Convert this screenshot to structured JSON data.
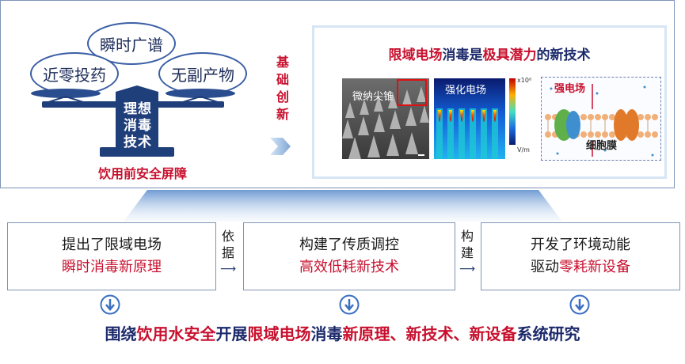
{
  "panel_left": {
    "bubbles": [
      "瞬时广谱",
      "近零投药",
      "无副产物"
    ],
    "scale_lines": [
      "理想",
      "消毒",
      "技术"
    ],
    "caption": "饮用前安全屏障"
  },
  "middle": {
    "label_chars": [
      "基",
      "础",
      "创",
      "新"
    ]
  },
  "tech_panel": {
    "title_parts": [
      {
        "text": "限域电场",
        "color": "red"
      },
      {
        "text": "消毒是",
        "color": "navy"
      },
      {
        "text": "极具潜力",
        "color": "red"
      },
      {
        "text": "的新技术",
        "color": "navy"
      }
    ],
    "images": [
      {
        "caption": "微纳尖锥"
      },
      {
        "caption": "强化电场"
      },
      {
        "caption_top": "强电场",
        "caption_bottom": "细胞膜"
      }
    ],
    "colorbar": {
      "max_label": "x10⁸",
      "unit": "V/m"
    }
  },
  "steps": [
    {
      "line1": "提出了限域电场",
      "line2": "瞬时消毒新原理"
    },
    {
      "line1": "构建了传质调控",
      "line2": "高效低耗新技术"
    },
    {
      "line1": "开发了环境动能",
      "line2_prefix": "驱动",
      "line2": "零耗新设备"
    }
  ],
  "connectors": [
    {
      "chars": [
        "依",
        "据"
      ]
    },
    {
      "chars": [
        "构",
        "建"
      ]
    }
  ],
  "bottom_summary": [
    {
      "text": "围绕",
      "color": "navy"
    },
    {
      "text": "饮用水安全",
      "color": "red"
    },
    {
      "text": "开展",
      "color": "navy"
    },
    {
      "text": "限域电场",
      "color": "red"
    },
    {
      "text": "消毒",
      "color": "navy"
    },
    {
      "text": "新原理、新技术、新设备",
      "color": "red"
    },
    {
      "text": "系统研究",
      "color": "navy"
    }
  ],
  "colors": {
    "accent_red": "#c8102e",
    "navy": "#1c2a6b",
    "frame": "#7f93b6",
    "scale_blue": "#1f3f7a"
  },
  "icons": [
    "balance-scale-icon",
    "right-arrow-icon",
    "down-arrow-circle-icon"
  ]
}
